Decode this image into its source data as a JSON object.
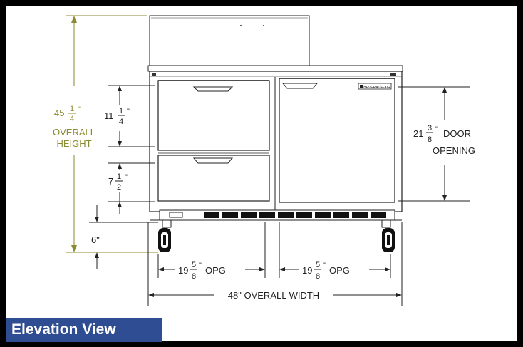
{
  "caption": "Elevation View",
  "brand_badge": "BEVERAGE-AIR",
  "colors": {
    "frame": "#000000",
    "caption_bg": "#2f4d93",
    "height_dim": "#8a8a30",
    "line": "#222222"
  },
  "dims": {
    "overall_height": {
      "whole": "45",
      "num": "1",
      "den": "4",
      "unit": "\"",
      "line1": "OVERALL",
      "line2": "HEIGHT"
    },
    "drawer_top": {
      "whole": "11",
      "num": "1",
      "den": "4",
      "unit": "\""
    },
    "drawer_bottom": {
      "whole": "7",
      "num": "1",
      "den": "2",
      "unit": "\""
    },
    "leg": {
      "text": "6\""
    },
    "door_opening": {
      "whole": "21",
      "num": "3",
      "den": "8",
      "unit": "\"",
      "line1": "DOOR",
      "line2": "OPENING"
    },
    "opg_left": {
      "whole": "19",
      "num": "5",
      "den": "8",
      "unit": "\"",
      "suffix": "OPG"
    },
    "opg_right": {
      "whole": "19",
      "num": "5",
      "den": "8",
      "unit": "\"",
      "suffix": "OPG"
    },
    "overall_width": {
      "text": "48\" OVERALL WIDTH"
    }
  }
}
